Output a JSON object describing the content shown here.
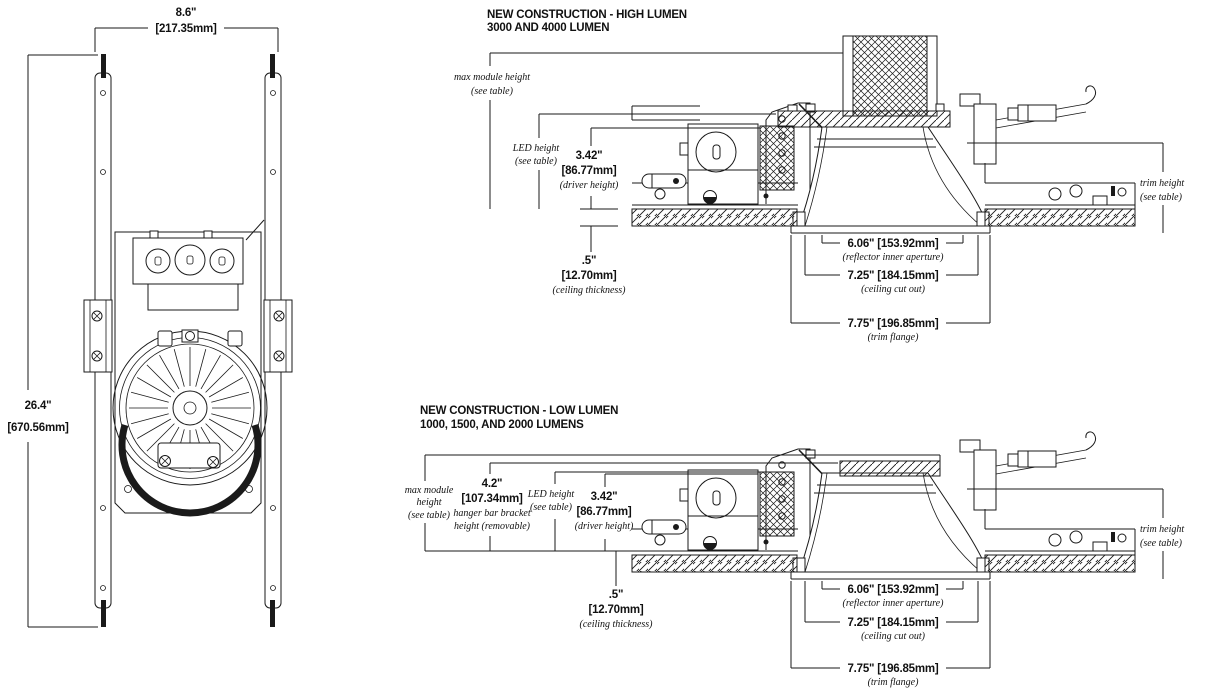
{
  "document": {
    "background": "#ffffff",
    "ink": "#1a1a1a"
  },
  "plan_view": {
    "width_value": "8.6\"",
    "width_mm": "[217.35mm]",
    "length_value": "26.4\"",
    "length_mm": "[670.56mm]"
  },
  "high_lumen_view": {
    "title": "NEW CONSTRUCTION - HIGH LUMEN",
    "subtitle": "3000 AND 4000 LUMEN"
  },
  "low_lumen_view": {
    "title": "NEW CONSTRUCTION -  LOW LUMEN",
    "subtitle": "1000, 1500, AND 2000 LUMENS",
    "max_module_l1": "max module",
    "max_module_l2": "height",
    "hanger_value": "4.2\"",
    "hanger_mm": "[107.34mm]",
    "hanger_note1": "hanger bar bracket",
    "hanger_note2": "height (removable)"
  },
  "labels": {
    "max_module_height": "max module height",
    "see_table": "(see table)",
    "led_height": "LED height",
    "driver_value": "3.42\"",
    "driver_mm": "[86.77mm]",
    "driver_note": "(driver height)",
    "ceiling_value": ".5\"",
    "ceiling_mm": "[12.70mm]",
    "ceiling_note": "(ceiling thickness)",
    "trim_height": "trim height",
    "aperture_dim": "6.06\" [153.92mm]",
    "aperture_note": "(reflector inner aperture)",
    "cutout_dim": "7.25\" [184.15mm]",
    "cutout_note": "(ceiling cut out)",
    "flange_dim": "7.75\" [196.85mm]",
    "flange_note": "(trim flange)"
  }
}
